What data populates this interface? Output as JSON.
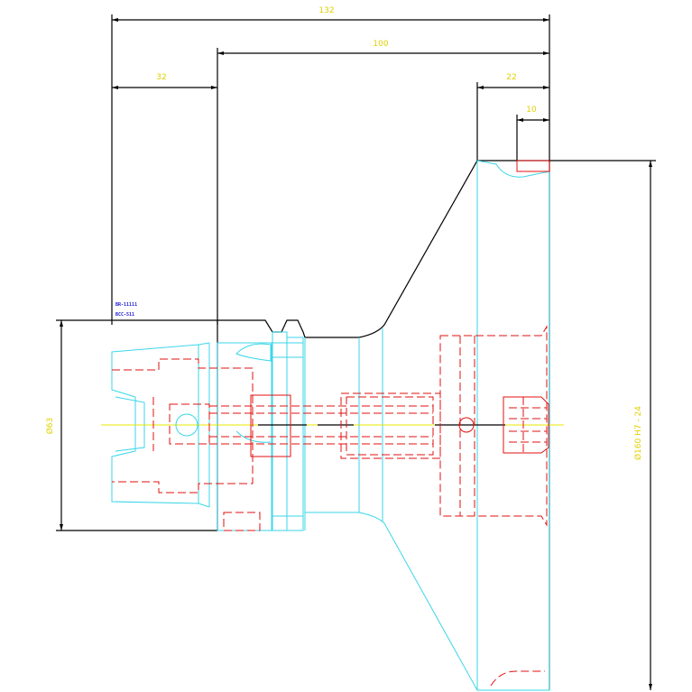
{
  "dimensions": {
    "overall_width": "132",
    "base_width": "100",
    "left_offset": "32",
    "right_flange": "22",
    "right_step": "10",
    "bore_diameter": "Ø63",
    "outer_diameter": "Ø160 H7 - 24"
  },
  "notes": {
    "line1": "BR-11111",
    "line2": "BCC-511"
  }
}
